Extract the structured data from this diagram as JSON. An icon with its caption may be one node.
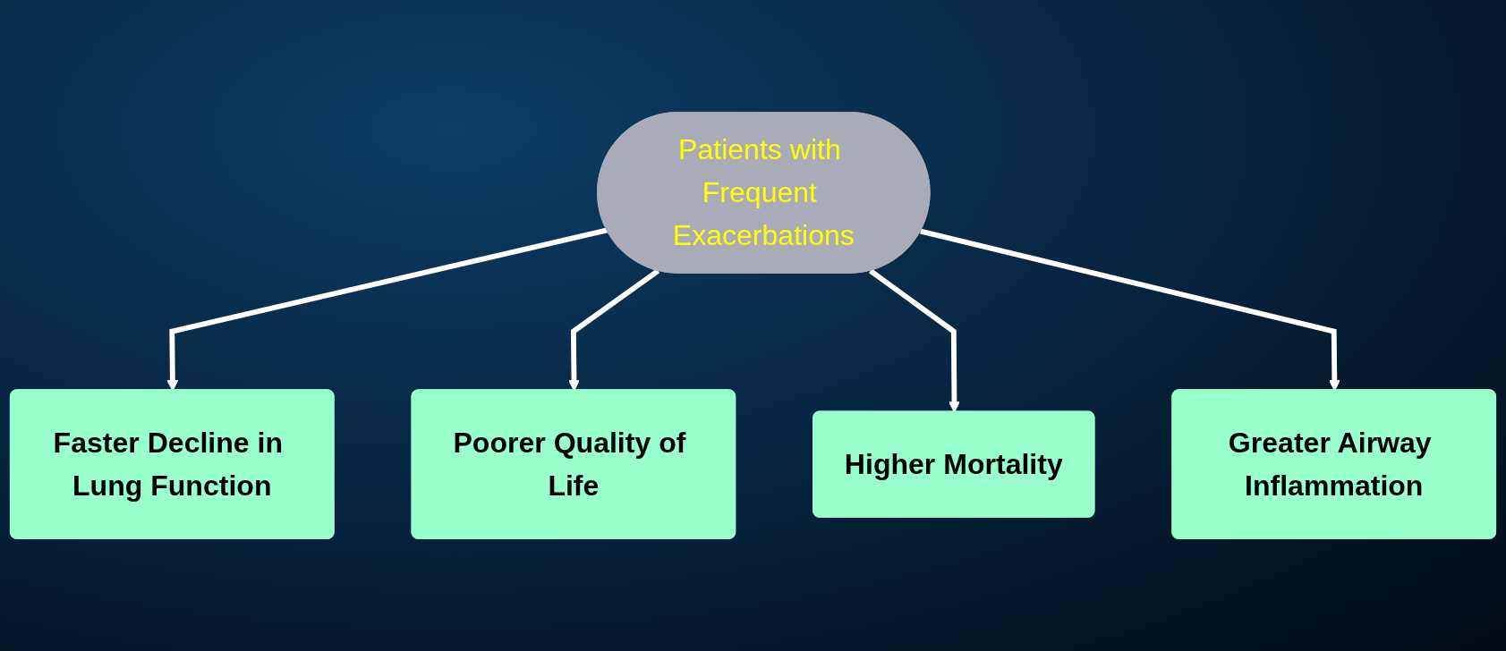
{
  "diagram": {
    "nodes": [
      {
        "text": [
          "Patients with Frequent Exacerbations"
        ]
      },
      {
        "text": [
          "Faster Decline in Lung Function"
        ]
      },
      {
        "text": [
          "Greater Airway Inflammation"
        ]
      },
      {
        "text": [
          "Poorer Quality of Life"
        ]
      },
      {
        "text": [
          "Higher Mortality"
        ]
      }
    ],
    "edges": [
      {
        "from": 0,
        "to": 1,
        "arrow": "to"
      },
      {
        "from": 0,
        "to": 3,
        "arrow": "to"
      },
      {
        "from": 0,
        "to": 4,
        "arrow": "to"
      },
      {
        "from": 0,
        "to": 2,
        "arrow": "to"
      }
    ]
  }
}
